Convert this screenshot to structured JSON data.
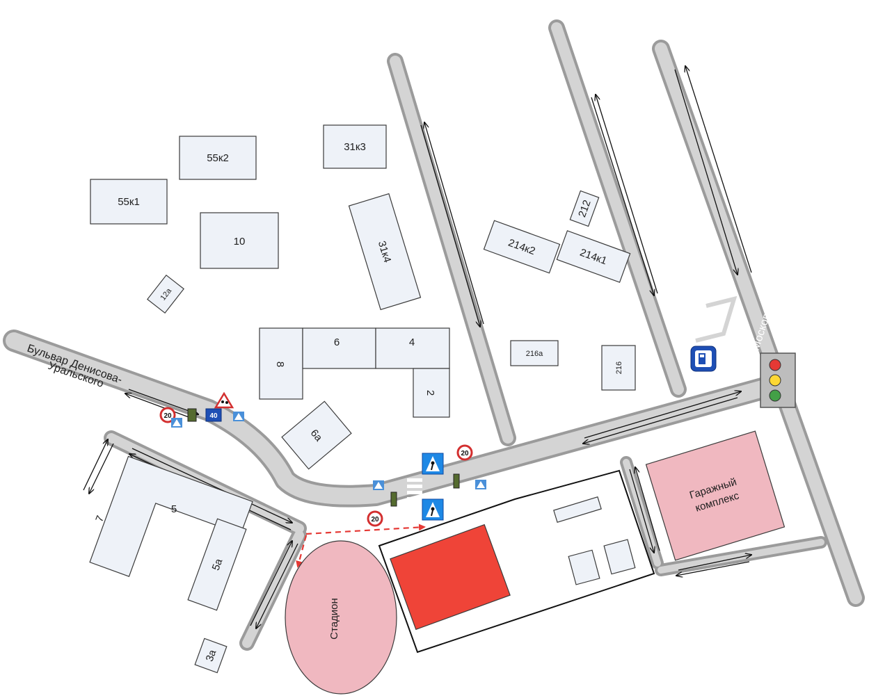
{
  "map": {
    "streets": {
      "bulvar_line1": "Бульвар Денисова-",
      "bulvar_line2": "Уральского",
      "moskovskaya": "Московская"
    },
    "buildings": {
      "b55k2": "55к2",
      "b31k3": "31к3",
      "b55k1": "55к1",
      "b10": "10",
      "b31k4": "31к4",
      "b212": "212",
      "b214k2": "214к2",
      "b214k1": "214к1",
      "b12a": "12а",
      "b8": "8",
      "b6": "6",
      "b4": "4",
      "b2": "2",
      "b216a": "216а",
      "b216": "216",
      "b6a": "6а",
      "b7": "7",
      "b5": "5",
      "b5a": "5а",
      "b3a": "3а",
      "stadium": "Стадион",
      "garage_line1": "Гаражный",
      "garage_line2": "комплекс"
    },
    "signs": {
      "speed_limit": "20",
      "min_speed": "40"
    },
    "colors": {
      "road": "#d4d4d4",
      "road_edge": "#9b9b9b",
      "building": "#eef2f8",
      "stadium": "#f0b8c0",
      "field": "#ef4438",
      "route": "#e53935",
      "sign_blue": "#1e88e5"
    }
  }
}
